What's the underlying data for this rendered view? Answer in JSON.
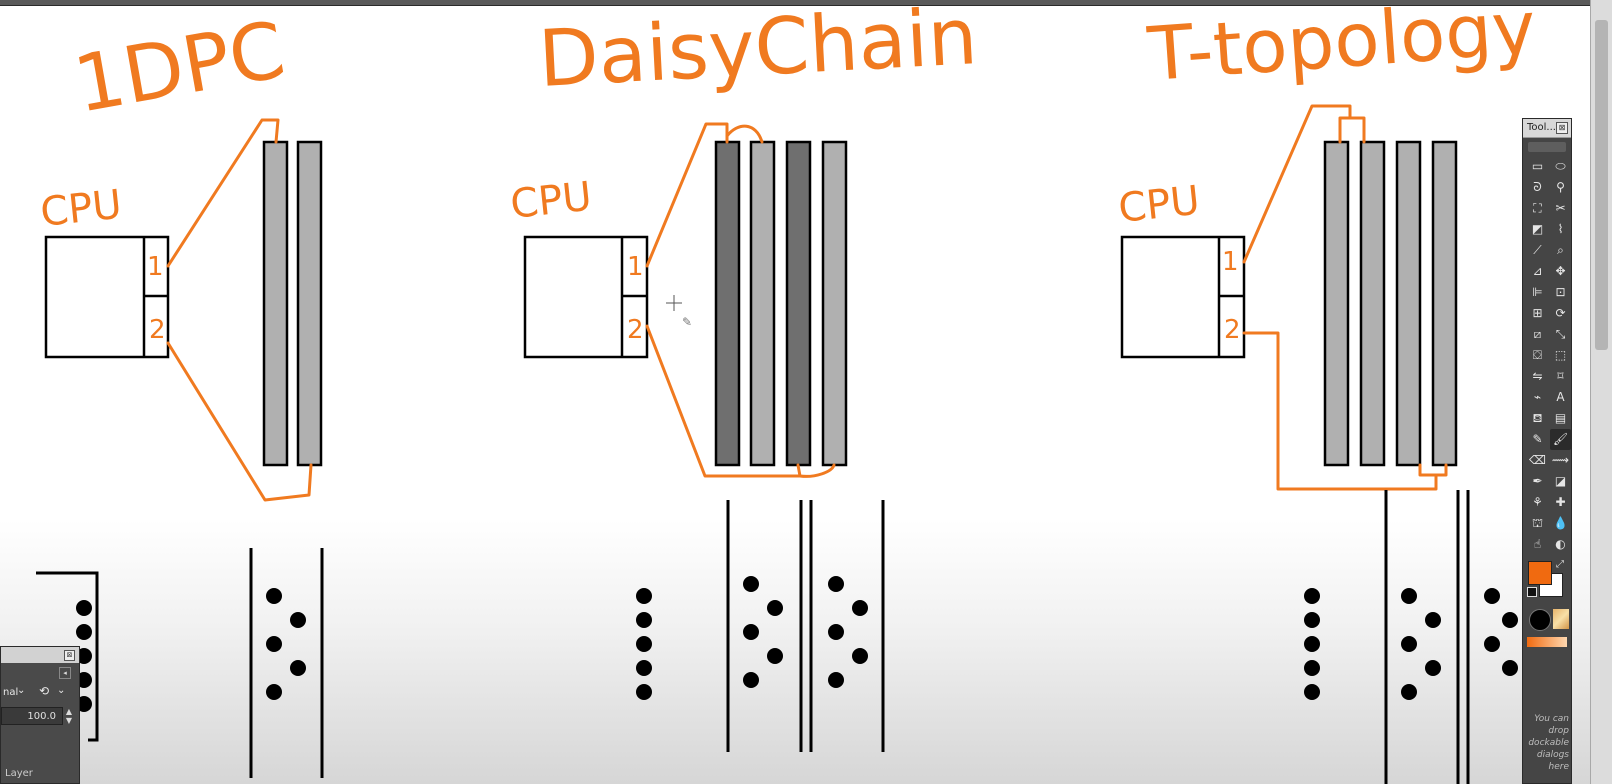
{
  "diagram": {
    "titles": {
      "one_dpc": "1DPC",
      "daisy_chain": "DaisyChain",
      "t_topology": "T-topology"
    },
    "cpu_label": "CPU",
    "channel_labels": [
      "1",
      "2"
    ],
    "colors": {
      "annotation": "#f07a20",
      "dimm_dark": "#707070",
      "dimm_light": "#b0b0b0",
      "outline": "#000000"
    }
  },
  "toolbox": {
    "title": "Tool...",
    "close_glyph": "⊠",
    "hint_text": "You can drop dockable dialogs here",
    "fg_color": "#f06a10",
    "bg_color": "#ffffff",
    "tools": [
      {
        "name": "rect-select-icon",
        "glyph": "▭"
      },
      {
        "name": "ellipse-select-icon",
        "glyph": "⬭"
      },
      {
        "name": "free-select-icon",
        "glyph": "ᘐ"
      },
      {
        "name": "fuzzy-select-icon",
        "glyph": "⚲"
      },
      {
        "name": "select-by-color-icon",
        "glyph": "⛶"
      },
      {
        "name": "scissors-icon",
        "glyph": "✂"
      },
      {
        "name": "foreground-select-icon",
        "glyph": "◩"
      },
      {
        "name": "paths-icon",
        "glyph": "⌇"
      },
      {
        "name": "color-picker-icon",
        "glyph": "⟋"
      },
      {
        "name": "zoom-icon",
        "glyph": "⌕"
      },
      {
        "name": "measure-icon",
        "glyph": "⊿"
      },
      {
        "name": "move-icon",
        "glyph": "✥"
      },
      {
        "name": "align-icon",
        "glyph": "⊫"
      },
      {
        "name": "crop-icon",
        "glyph": "⊡"
      },
      {
        "name": "unified-transform-icon",
        "glyph": "⊞"
      },
      {
        "name": "rotate-icon",
        "glyph": "⟳"
      },
      {
        "name": "shear-icon",
        "glyph": "⧄"
      },
      {
        "name": "scale-icon",
        "glyph": "⤡"
      },
      {
        "name": "perspective-icon",
        "glyph": "⛋"
      },
      {
        "name": "3d-transform-icon",
        "glyph": "⬚"
      },
      {
        "name": "flip-icon",
        "glyph": "⇋"
      },
      {
        "name": "cage-icon",
        "glyph": "⌑"
      },
      {
        "name": "warp-icon",
        "glyph": "⌁"
      },
      {
        "name": "text-icon",
        "glyph": "A"
      },
      {
        "name": "bucket-fill-icon",
        "glyph": "⛾"
      },
      {
        "name": "blend-icon",
        "glyph": "▤"
      },
      {
        "name": "pencil-icon",
        "glyph": "✎"
      },
      {
        "name": "paintbrush-icon",
        "glyph": "🖌"
      },
      {
        "name": "eraser-icon",
        "glyph": "⌫"
      },
      {
        "name": "airbrush-icon",
        "glyph": "⟿"
      },
      {
        "name": "ink-icon",
        "glyph": "✒"
      },
      {
        "name": "mypaint-brush-icon",
        "glyph": "◪"
      },
      {
        "name": "clone-icon",
        "glyph": "⚘"
      },
      {
        "name": "heal-icon",
        "glyph": "✚"
      },
      {
        "name": "perspective-clone-icon",
        "glyph": "⛫"
      },
      {
        "name": "blur-icon",
        "glyph": "💧"
      },
      {
        "name": "smudge-icon",
        "glyph": "☝"
      },
      {
        "name": "dodge-burn-icon",
        "glyph": "◐"
      }
    ]
  },
  "layers_dialog": {
    "close_glyph": "⊠",
    "mode_label": "nal",
    "mode_chevron": "⌄",
    "mode_reset_glyph": "⟲",
    "opacity_value": "100.0",
    "spin_up": "▲",
    "spin_down": "▼",
    "menu_glyph": "◂",
    "label": "Layer"
  }
}
